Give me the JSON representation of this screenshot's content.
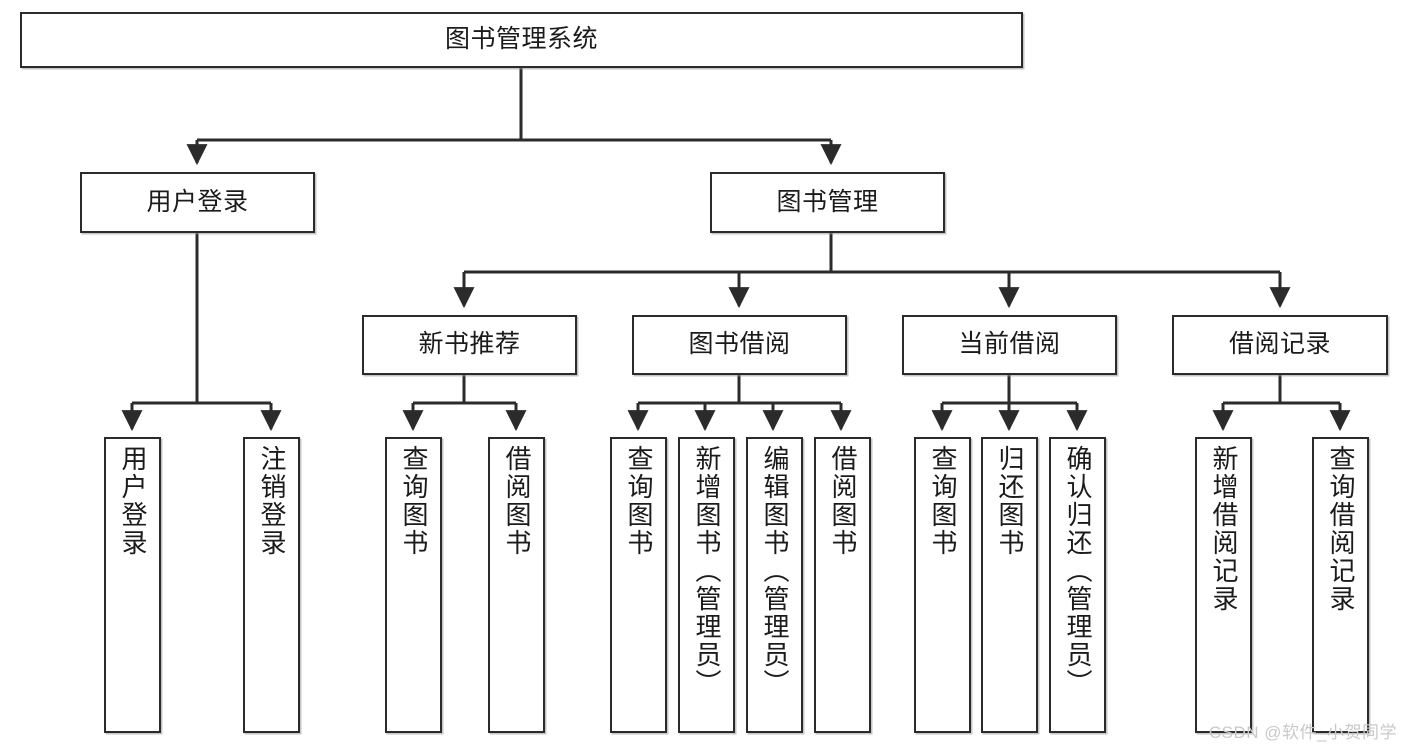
{
  "diagram": {
    "title": "图书管理系统",
    "type": "tree-hierarchy",
    "root": {
      "label": "图书管理系统"
    },
    "level2": [
      {
        "label": "用户登录"
      },
      {
        "label": "图书管理"
      }
    ],
    "level3": [
      {
        "label": "新书推荐"
      },
      {
        "label": "图书借阅"
      },
      {
        "label": "当前借阅"
      },
      {
        "label": "借阅记录"
      }
    ],
    "leaves": {
      "user_login": [
        {
          "label": "用户登录"
        },
        {
          "label": "注销登录"
        }
      ],
      "new_book_recommend": [
        {
          "label": "查询图书"
        },
        {
          "label": "借阅图书"
        }
      ],
      "book_borrow": [
        {
          "label": "查询图书"
        },
        {
          "label": "新增图书（管理员）"
        },
        {
          "label": "编辑图书（管理员）"
        },
        {
          "label": "借阅图书"
        }
      ],
      "current_borrow": [
        {
          "label": "查询图书"
        },
        {
          "label": "归还图书"
        },
        {
          "label": "确认归还（管理员）"
        }
      ],
      "borrow_record": [
        {
          "label": "新增借阅记录"
        },
        {
          "label": "查询借阅记录"
        }
      ]
    }
  },
  "watermark": {
    "text": "CSDN @软件_小贺同学"
  },
  "colors": {
    "border": "#2b2b2b",
    "background": "#ffffff",
    "text": "#1b1b1b",
    "edge": "#2b2b2b",
    "watermark": "#c9c9c9"
  }
}
